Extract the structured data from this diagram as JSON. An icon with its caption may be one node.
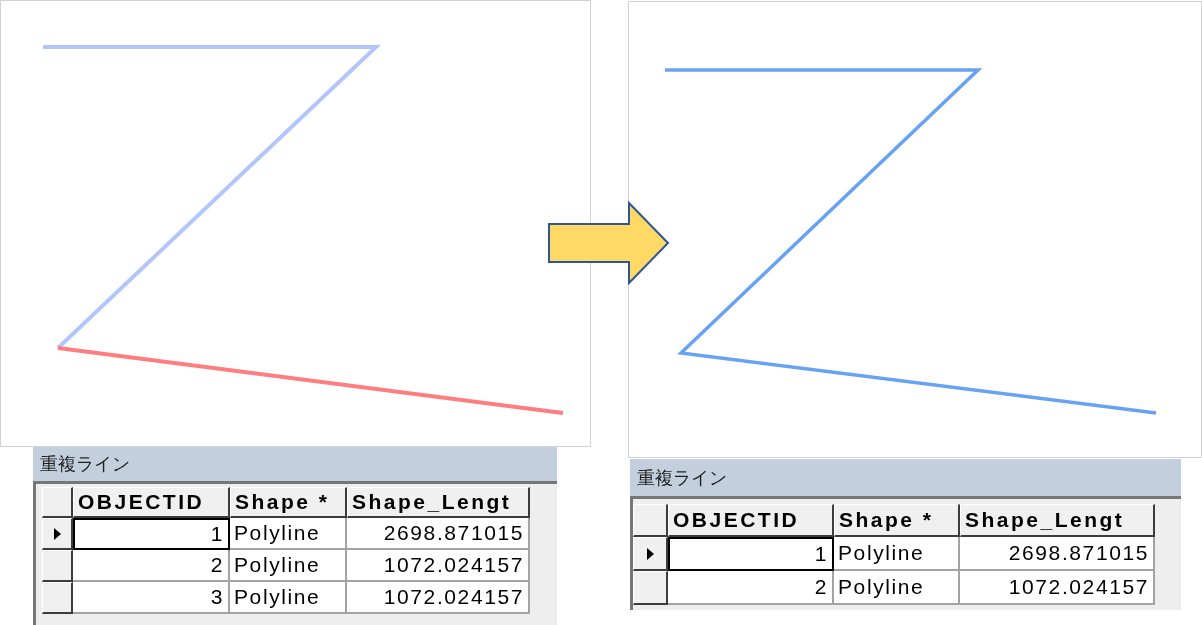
{
  "diagram": {
    "nodes": [
      {
        "text": [],
        "shape": "picture"
      },
      {
        "text": [],
        "shape": "picture"
      }
    ],
    "edges": [
      {
        "from": 0,
        "to": 1,
        "arrow": "to",
        "style": "thick"
      }
    ],
    "labels": [
      "重複ライン",
      "OBJECTID",
      "Shape *",
      "Shape_Lengt",
      "1",
      "Polyline",
      "2698.871015",
      "2",
      "Polyline",
      "1072.024157",
      "3",
      "Polyline",
      "1072.024157",
      "重複ライン",
      "OBJECTID",
      "Shape *",
      "Shape_Lengt",
      "1",
      "Polyline",
      "2698.871015",
      "2",
      "Polyline",
      "1072.024157"
    ]
  }
}
